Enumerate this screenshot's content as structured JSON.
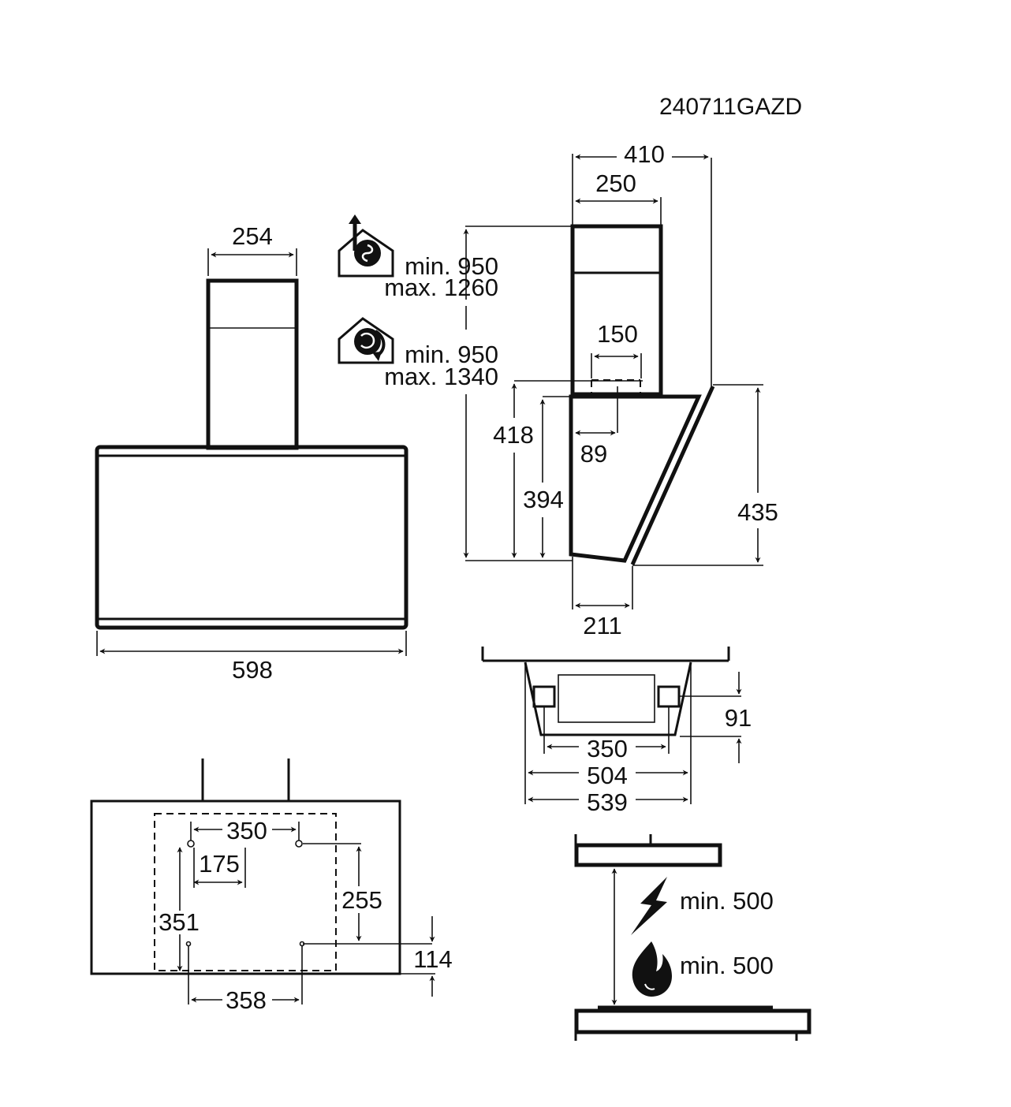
{
  "document_code": "240711GAZD",
  "front_view": {
    "chimney_width": "254",
    "total_width": "598"
  },
  "duct_heights": {
    "extraction": {
      "icon": "extraction-mode-house-fan-icon",
      "min": "min. 950",
      "max": "max. 1260"
    },
    "recirculation": {
      "icon": "recirculation-mode-house-fan-icon",
      "min": "min. 950",
      "max": "max. 1340"
    }
  },
  "side_view": {
    "total_depth": "410",
    "chimney_depth": "250",
    "outlet_width": "150",
    "outlet_offset": "89",
    "height_front": "418",
    "height_inner": "394",
    "height_outer": "435",
    "bottom_depth": "211"
  },
  "bracket_view": {
    "slot_height": "91",
    "slot_spacing": "350",
    "inner_width": "504",
    "outer_width": "539"
  },
  "wall_mount_view": {
    "top_holes_spacing": "350",
    "half_spacing": "175",
    "hole_height": "351",
    "right_height": "255",
    "bottom_offset": "114",
    "bottom_holes_spacing": "358"
  },
  "clearance_view": {
    "electric_icon": "lightning-icon",
    "gas_icon": "flame-icon",
    "electric_min": "min. 500",
    "gas_min": "min. 500"
  }
}
